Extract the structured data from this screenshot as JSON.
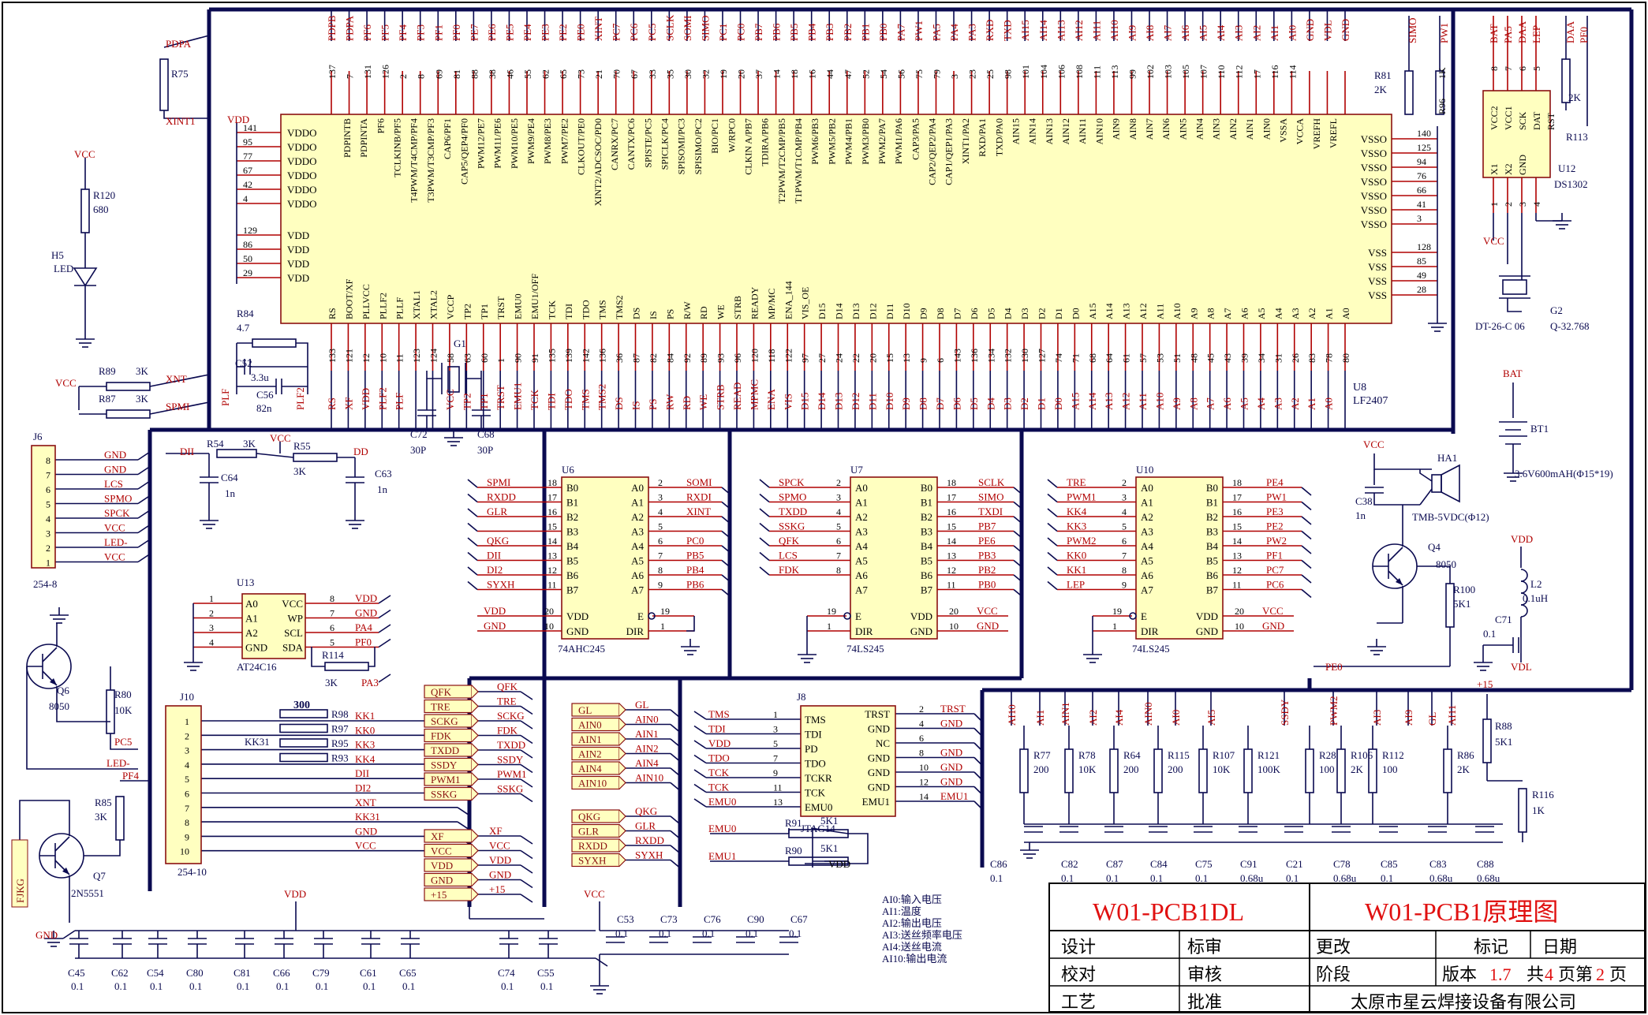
{
  "title_block": {
    "drawing_no_left": "W01-PCB1DL",
    "drawing_title": "W01-PCB1原理图",
    "row1": [
      "设计",
      "标审",
      "更改",
      "标记",
      "日期"
    ],
    "row2": [
      "校对",
      "审核",
      "阶段",
      "版本",
      "1.7",
      "共",
      "4",
      "页第",
      "2",
      "页"
    ],
    "row3": [
      "工艺",
      "批准"
    ],
    "company": "太原市星云焊接设备有限公司"
  },
  "notes": [
    "AI0:输入电压",
    "AI1:温度",
    "AI2:输出电压",
    "AI3:送丝频率电压",
    "AI4:送丝电流",
    "AI10:输出电流"
  ],
  "u8": {
    "ref": "U8",
    "part": "LF2407",
    "top_nets": [
      "PDPB",
      "PDPA",
      "PF6",
      "PF5",
      "PF4",
      "PF3",
      "PF1",
      "PF0",
      "PE7",
      "PE6",
      "PE5",
      "PE4",
      "PE3",
      "PE2",
      "PE0",
      "XINT",
      "PC7",
      "PC6",
      "PC5",
      "SCLK",
      "SOMI",
      "SIMO",
      "PC1",
      "PC0",
      "PB7",
      "PB6",
      "PB5",
      "PB4",
      "PB3",
      "PB2",
      "PB1",
      "PB0",
      "PA7",
      "PW1",
      "PA5",
      "PA4",
      "PA3",
      "RXD",
      "TXD",
      "AI15",
      "AI14",
      "AI13",
      "AI12",
      "AI11",
      "AI10",
      "AI9",
      "AI8",
      "AI7",
      "AI6",
      "AI5",
      "AI4",
      "AI3",
      "AI2",
      "AI1",
      "AI0",
      "GND",
      "VDL",
      "GND"
    ],
    "top_pins": [
      "137",
      "7",
      "131",
      "126",
      "2",
      "8",
      "69",
      "81",
      "88",
      "38",
      "46",
      "55",
      "62",
      "65",
      "73",
      "21",
      "70",
      "67",
      "33",
      "35",
      "30",
      "32",
      "19",
      "20",
      "37",
      "14",
      "18",
      "16",
      "44",
      "47",
      "52",
      "54",
      "56",
      "75",
      "79",
      "3",
      "23",
      "25",
      "98",
      "101",
      "104",
      "106",
      "108",
      "111",
      "113",
      "99",
      "102",
      "103",
      "105",
      "107",
      "110",
      "112",
      "17",
      "116",
      "114"
    ],
    "top_funcs": [
      "PDPINTB",
      "PDPINTA",
      "PF6",
      "TCLKINB/PF5",
      "T4PWM/T4CMP/PF4",
      "T3PWM/T3CMP/PF3",
      "CAP6/PF1",
      "CAP5/QEP4/PF0",
      "PWM12/PE7",
      "PWM11/PE6",
      "PWM10/PE5",
      "PWM9/PE4",
      "PWM8/PE3",
      "PWM7/PE2",
      "CLKOUT/PE0",
      "XINT2/ADCSOC/PD0",
      "CANRX/PC7",
      "CANTX/PC6",
      "SPISTE/PC5",
      "SPICLK/PC4",
      "SPISOMI/PC3",
      "SPISIMO/PC2",
      "BIO/PC1",
      "W/RPC0",
      "CLKIN A/PB7",
      "TDIRA/PB6",
      "T2PWM/T2CMP/PB5",
      "T1PWM/T1CMP/PB4",
      "PWM6/PB3",
      "PWM5/PB2",
      "PWM4/PB1",
      "PWM3/PB0",
      "PWM2/PA7",
      "PWM1/PA6",
      "CAP3/PA5",
      "CAP2/QEP2/PA4",
      "CAP1/QEP1/PA3",
      "XINT1/PA2",
      "RXD/PA1",
      "TXD/PA0",
      "AIN15",
      "AIN14",
      "AIN13",
      "AIN12",
      "AIN11",
      "AIN10",
      "AIN9",
      "AIN8",
      "AIN7",
      "AIN6",
      "AIN5",
      "AIN4",
      "AIN3",
      "AIN2",
      "AIN1",
      "AIN0",
      "VSSA",
      "VCCA",
      "VREFH",
      "VREFL"
    ],
    "left_pins": [
      "141",
      "95",
      "77",
      "67",
      "42",
      "4",
      "129",
      "86",
      "50",
      "29"
    ],
    "left_funcs": [
      "VDDO",
      "VDDO",
      "VDDO",
      "VDDO",
      "VDDO",
      "VDDO",
      "VDD",
      "VDD",
      "VDD",
      "VDD"
    ],
    "right_pins": [
      "140",
      "125",
      "94",
      "76",
      "66",
      "41",
      "3",
      "128",
      "85",
      "49",
      "28"
    ],
    "right_funcs": [
      "VSSO",
      "VSSO",
      "VSSO",
      "VSSO",
      "VSSO",
      "VSSO",
      "VSSO",
      "VSS",
      "VSS",
      "VSS",
      "VSS"
    ],
    "bottom_funcs": [
      "RS",
      "BOOT/XF",
      "PLLVCC",
      "PLLF2",
      "PLLF",
      "XTAL1",
      "XTAL2",
      "VCCP",
      "TP2",
      "TP1",
      "TRST",
      "EMU0",
      "EMU1/OFF",
      "TCK",
      "TDI",
      "TDO",
      "TMS",
      "TMS2",
      "DS",
      "IS",
      "PS",
      "R/W",
      "RD",
      "WE",
      "STRB",
      "READY",
      "MP/MC",
      "ENA_144",
      "VIS_OE",
      "D15",
      "D14",
      "D13",
      "D12",
      "D11",
      "D10",
      "D9",
      "D8",
      "D7",
      "D6",
      "D5",
      "D4",
      "D3",
      "D2",
      "D1",
      "D0",
      "A15",
      "A14",
      "A13",
      "A12",
      "A11",
      "A10",
      "A9",
      "A8",
      "A7",
      "A6",
      "A5",
      "A4",
      "A3",
      "A2",
      "A1",
      "A0"
    ],
    "bottom_pins": [
      "133",
      "121",
      "12",
      "10",
      "11",
      "123",
      "124",
      "58",
      "63",
      "60",
      "1",
      "90",
      "91",
      "135",
      "139",
      "142",
      "136",
      "36",
      "87",
      "82",
      "84",
      "92",
      "89",
      "93",
      "96",
      "120",
      "118",
      "122",
      "97",
      "27",
      "24",
      "22",
      "20",
      "15",
      "13",
      "9",
      "6",
      "143",
      "136",
      "134",
      "132",
      "130",
      "127",
      "74",
      "71",
      "68",
      "64",
      "61",
      "57",
      "53",
      "51",
      "48",
      "45",
      "43",
      "39",
      "34",
      "31",
      "26",
      "83",
      "78",
      "80"
    ],
    "bottom_nets": [
      "RS",
      "XF",
      "VDD",
      "PLF2",
      "PLF",
      "",
      "",
      "VCC",
      "TP2",
      "TP1",
      "TRST",
      "EMU1",
      "TCK",
      "TDI",
      "TDO",
      "TMS",
      "TMS2",
      "DS",
      "IS",
      "PS",
      "RW",
      "RD",
      "WE",
      "STRB",
      "READ",
      "MPMC",
      "ENA",
      "VIS",
      "D15",
      "D14",
      "D13",
      "D12",
      "D11",
      "D10",
      "D9",
      "D8",
      "D7",
      "D6",
      "D5",
      "D4",
      "D3",
      "D2",
      "D1",
      "D0",
      "A15",
      "A14",
      "A13",
      "A12",
      "A11",
      "A10",
      "A9",
      "A8",
      "A7",
      "A6",
      "A5",
      "A4",
      "A3",
      "A2",
      "A1",
      "A0"
    ]
  },
  "u6": {
    "ref": "U6",
    "part": "74AHC245",
    "left_nets": [
      "SPMI",
      "RXDD",
      "GLR",
      "",
      "QKG",
      "DII",
      "DI2",
      "SYXH"
    ],
    "left_pins": [
      "18",
      "17",
      "16",
      "15",
      "14",
      "13",
      "12",
      "11"
    ],
    "left_funcs": [
      "B0",
      "B1",
      "B2",
      "B3",
      "B4",
      "B5",
      "B6",
      "B7"
    ],
    "right_funcs": [
      "A0",
      "A1",
      "A2",
      "A3",
      "A4",
      "A5",
      "A6",
      "A7"
    ],
    "right_pins": [
      "2",
      "3",
      "4",
      "5",
      "6",
      "7",
      "8",
      "9"
    ],
    "right_nets": [
      "SOMI",
      "RXDI",
      "XINT",
      "",
      "PC0",
      "PB5",
      "PB4",
      "PB6"
    ],
    "pwr": [
      [
        "VDD",
        "20",
        "VDD"
      ],
      [
        "GND",
        "10",
        "GND"
      ]
    ],
    "ctrl": [
      [
        "E",
        "19"
      ],
      [
        "DIR",
        "1"
      ]
    ]
  },
  "u7": {
    "ref": "U7",
    "part": "74LS245",
    "left_nets": [
      "SPCK",
      "SPMO",
      "TXDD",
      "SSKG",
      "QFK",
      "LCS",
      "FDK"
    ],
    "left_pins": [
      "2",
      "3",
      "4",
      "5",
      "6",
      "7",
      "8"
    ],
    "left_funcs": [
      "A0",
      "A1",
      "A2",
      "A3",
      "A4",
      "A5",
      "A6",
      "A7"
    ],
    "right_funcs": [
      "B0",
      "B1",
      "B2",
      "B3",
      "B4",
      "B5",
      "B6",
      "B7"
    ],
    "right_pins": [
      "18",
      "17",
      "16",
      "15",
      "14",
      "13",
      "12",
      "11"
    ],
    "right_nets": [
      "SCLK",
      "SIMO",
      "TXDI",
      "PB7",
      "PE6",
      "PB3",
      "PB2",
      "PB0"
    ],
    "pwr": [
      [
        "VDD",
        "20",
        "VCC"
      ],
      [
        "GND",
        "10",
        "GND"
      ]
    ],
    "ctrl": [
      [
        "E",
        "19"
      ],
      [
        "DIR",
        "1"
      ]
    ]
  },
  "u10": {
    "ref": "U10",
    "part": "74LS245",
    "left_nets": [
      "TRE",
      "PWM1",
      "KK4",
      "KK3",
      "PWM2",
      "KK0",
      "KK1",
      "LEP"
    ],
    "left_pins": [
      "2",
      "3",
      "4",
      "5",
      "6",
      "7",
      "8",
      "9"
    ],
    "left_funcs": [
      "A0",
      "A1",
      "A2",
      "A3",
      "A4",
      "A5",
      "A6",
      "A7"
    ],
    "right_funcs": [
      "B0",
      "B1",
      "B2",
      "B3",
      "B4",
      "B5",
      "B6",
      "B7"
    ],
    "right_pins": [
      "18",
      "17",
      "16",
      "15",
      "14",
      "13",
      "12",
      "11"
    ],
    "right_nets": [
      "PE4",
      "PW1",
      "PE3",
      "PE2",
      "PW2",
      "PF1",
      "PC7",
      "PC6"
    ],
    "pwr": [
      [
        "VDD",
        "20",
        "VCC"
      ],
      [
        "GND",
        "10",
        "GND"
      ]
    ],
    "ctrl": [
      [
        "E",
        "19"
      ],
      [
        "DIR",
        "1"
      ]
    ]
  },
  "u13": {
    "ref": "U13",
    "part": "AT24C16",
    "left_pins": [
      "1",
      "2",
      "3",
      "4"
    ],
    "left_funcs": [
      "A0",
      "A1",
      "A2",
      "GND"
    ],
    "right_funcs": [
      "VCC",
      "WP",
      "SCL",
      "SDA"
    ],
    "right_pins": [
      "8",
      "7",
      "6",
      "5"
    ],
    "right_nets": [
      "VDD",
      "GND",
      "PA4",
      "PF0"
    ]
  },
  "u12": {
    "ref": "U12",
    "part": "DS1302",
    "top_nets": [
      "BAT",
      "PA5",
      "DAA",
      "LEP"
    ],
    "top_pins": [
      "8",
      "7",
      "6",
      "5"
    ],
    "funcs": [
      "VCC2",
      "VCC1",
      "SCK",
      "DAT",
      "RST",
      "X1",
      "X2",
      "GND"
    ],
    "bottom_pins": [
      "1",
      "2",
      "3",
      "4"
    ]
  },
  "j8": {
    "ref": "J8",
    "left_nets": [
      "TMS",
      "TDI",
      "VDD",
      "TDO",
      "TCK",
      "TCK",
      "EMU0"
    ],
    "left_pins": [
      "1",
      "3",
      "5",
      "7",
      "9",
      "11",
      "13"
    ],
    "left_funcs": [
      "TMS",
      "TDI",
      "PD",
      "TDO",
      "TCKR",
      "TCK",
      "EMU0"
    ],
    "right_funcs": [
      "TRST",
      "GND",
      "NC",
      "GND",
      "GND",
      "GND",
      "EMU1"
    ],
    "right_pins": [
      "2",
      "4",
      "6",
      "8",
      "10",
      "12",
      "14"
    ],
    "right_nets": [
      "TRST",
      "GND",
      "",
      "GND",
      "GND",
      "GND",
      "EMU1"
    ],
    "label": "JTAG14"
  },
  "j6": {
    "ref": "J6",
    "part": "254-8",
    "pins": [
      "8",
      "7",
      "6",
      "5",
      "4",
      "3",
      "2",
      "1"
    ],
    "nets": [
      "GND",
      "GND",
      "LCS",
      "SPMO",
      "SPCK",
      "VCC",
      "LED-",
      "VCC"
    ]
  },
  "j10": {
    "ref": "J10",
    "part": "254-10",
    "pins": [
      "1",
      "2",
      "3",
      "4",
      "5",
      "6",
      "7",
      "8",
      "9",
      "10"
    ],
    "nets": [
      "KK1",
      "KK0",
      "KK3",
      "KK4",
      "DII",
      "DI2",
      "XNT",
      "KK31",
      "GND",
      "VCC"
    ],
    "res": [
      "R98",
      "R97",
      "R95",
      "R93"
    ],
    "res_value": "300",
    "kk31": "KK31"
  },
  "labels_col1": [
    "QFK",
    "TRE",
    "SCKG",
    "FDK",
    "TXDD",
    "SSDY",
    "PWM1",
    "SSKG"
  ],
  "labels_col1r": [
    "QFK",
    "TRE",
    "SCKG",
    "FDK",
    "TXDD",
    "SSDY",
    "PWM1",
    "SSKG"
  ],
  "labels_col2": [
    "GL",
    "AIN0",
    "AIN1",
    "AIN2",
    "AIN4",
    "AIN10"
  ],
  "labels_col2r": [
    "GL",
    "AIN0",
    "AIN1",
    "AIN2",
    "AIN4",
    "AIN10"
  ],
  "labels_col3": [
    "QKG",
    "GLR",
    "RXDD",
    "SYXH"
  ],
  "labels_col3r": [
    "QKG",
    "GLR",
    "RXDD",
    "SYXH"
  ],
  "labels_col4": [
    "XF",
    "VCC",
    "VDD",
    "GND",
    "+15"
  ],
  "labels_col4r": [
    "XF",
    "VCC",
    "VDD",
    "GND",
    "+15"
  ],
  "analog_nets": [
    "AI10",
    "AI1",
    "AIN1",
    "AI2",
    "AI4",
    "AIN0",
    "AI0",
    "AI5",
    "SSDY",
    "PWM2",
    "AI3",
    "AI9",
    "GL",
    "AI11"
  ],
  "analog_res": [
    [
      "R77",
      "200"
    ],
    [
      "R78",
      "10K"
    ],
    [
      "R64",
      "200"
    ],
    [
      "R115",
      "200"
    ],
    [
      "R107",
      "10K"
    ],
    [
      "R121",
      "100K"
    ],
    [
      "R28",
      "100"
    ],
    [
      "R106",
      "2K"
    ],
    [
      "R112",
      "100"
    ],
    [
      "R86",
      "2K"
    ],
    [
      "R88",
      "5K1"
    ],
    [
      "R116",
      "1K"
    ]
  ],
  "analog_caps": [
    [
      "C86",
      "0.1"
    ],
    [
      "C82",
      "0.1"
    ],
    [
      "C87",
      "0.1"
    ],
    [
      "C84",
      "0.1"
    ],
    [
      "C75",
      "0.1"
    ],
    [
      "C91",
      "0.68u"
    ],
    [
      "C21",
      "0.1"
    ],
    [
      "C78",
      "0.68u"
    ],
    [
      "C85",
      "0.1"
    ],
    [
      "C83",
      "0.68u"
    ],
    [
      "C88",
      "0.68u"
    ]
  ],
  "plus15": "+15",
  "misc": {
    "r75": "R75",
    "pdpa": "PDPA",
    "xint1": "XINT1",
    "vcc": "VCC",
    "vdd": "VDD",
    "gnd": "GND",
    "r120": "R120",
    "r120v": "680",
    "h5": "H5",
    "led": "LED",
    "r84": "R84",
    "r84v": "4.7",
    "c52": "C52",
    "c52v": "3.3u",
    "c56": "C56",
    "c56v": "82n",
    "plf": "PLF",
    "plf2": "PLF2",
    "r89": "R89",
    "r89v": "3K",
    "r87": "R87",
    "r87v": "3K",
    "xnt": "XNT",
    "spmi": "SPMI",
    "g1": "G1",
    "c72": "C72",
    "c72v": "30P",
    "c68": "C68",
    "c68v": "30P",
    "dii": "DII",
    "dd": "DD",
    "r54": "R54",
    "r54v": "3K",
    "r55": "R55",
    "r55v": "3K",
    "c64": "C64",
    "c64v": "1n",
    "c63": "C63",
    "c63v": "1n",
    "r81": "R81",
    "r81v": "2K",
    "r96": "R96",
    "r96v": "1K",
    "simo": "SIMO",
    "pw1": "PW1",
    "daa": "DAA",
    "pf0": "PF0",
    "r113": "R113",
    "r113v": "2K",
    "g2": "G2",
    "g2v": "Q-32.768",
    "dt": "DT-26-C 06",
    "bat": "BAT",
    "bt1": "BT1",
    "bt1v": "3.6V600mAH(Φ15*19)",
    "ha1": "HA1",
    "tmb": "TMB-5VDC(Φ12)",
    "c38": "C38",
    "c38v": "1n",
    "q4": "Q4",
    "q4v": "8050",
    "r100": "R100",
    "r100v": "5K1",
    "l2": "L2",
    "l2v": "0.1uH",
    "c71": "C71",
    "c71v": "0.1",
    "vdl": "VDL",
    "pe0": "PE0",
    "q6": "Q6",
    "q6v": "8050",
    "r80": "R80",
    "r80v": "10K",
    "pc5": "PC5",
    "led_": "LED-",
    "q7": "Q7",
    "q7v": "2N5551",
    "r85": "R85",
    "r85v": "3K",
    "pf4": "PF4",
    "fjkg": "FJKG",
    "r114": "R114",
    "r114v": "3K",
    "pa3": "PA3",
    "r91": "R91",
    "r91v": "5K1",
    "r90": "R90",
    "r90v": "5K1",
    "emu0": "EMU0",
    "emu1": "EMU1",
    "u12_vcc": "VCC"
  },
  "decoupling_vdd": [
    [
      "C45",
      "0.1"
    ],
    [
      "C62",
      "0.1"
    ],
    [
      "C54",
      "0.1"
    ],
    [
      "C80",
      "0.1"
    ],
    [
      "C81",
      "0.1"
    ],
    [
      "C66",
      "0.1"
    ],
    [
      "C79",
      "0.1"
    ],
    [
      "C61",
      "0.1"
    ],
    [
      "C65",
      "0.1"
    ],
    [
      "C74",
      "0.1"
    ],
    [
      "C55",
      "0.1"
    ]
  ],
  "decoupling_vcc": [
    [
      "C53",
      "0.1"
    ],
    [
      "C73",
      "0.1"
    ],
    [
      "C76",
      "0.1"
    ],
    [
      "C90",
      "0.1"
    ],
    [
      "C67",
      "0.1"
    ]
  ]
}
